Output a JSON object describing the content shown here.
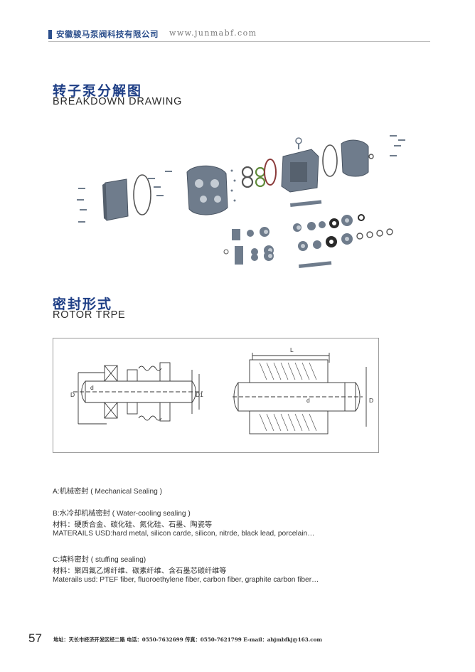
{
  "header": {
    "company": "安徽骏马泵阀科技有限公司",
    "website": "www.junmabf.com"
  },
  "breakdown": {
    "title_cn": "转子泵分解图",
    "title_en": "BREAKDOWN DRAWING"
  },
  "rotor": {
    "title_cn": "密封形式",
    "title_en": "ROTOR TRPE"
  },
  "seal_labels": {
    "left_D": "D",
    "left_d": "d",
    "left_D1": "D1",
    "right_L": "L",
    "right_d": "d",
    "right_D": "D"
  },
  "descriptions": {
    "a": "A:机械密封 ( Mechanical Sealing )",
    "b_title": "B:水冷却机械密封 ( Water-cooling sealing )",
    "b_mat_cn": "材料：硬质合金、碳化硅、氮化硅、石墨、陶瓷等",
    "b_mat_en": "MATERAILS USD:hard metal, silicon carde, silicon, nitrde, black lead, porcelain…",
    "c_title": "C:填料密封 ( stuffing sealing)",
    "c_mat_cn": "材料：聚四氟乙烯纤维、碳素纤维、含石墨芯碳纤维等",
    "c_mat_en": "Materails usd: PTEF fiber, fluoroethylene fiber, carbon fiber, graphite carbon fiber…"
  },
  "footer": {
    "page": "57",
    "contact": "地址：天长市经济开发区经二路   电话：0550-7632699  传真：0550-7621799  E-mail：ahjmbfkj@163.com"
  },
  "colors": {
    "brand": "#2c4f8c",
    "title": "#1f3f86",
    "part": "#6f7c8c",
    "oring": "#5f8a3a",
    "oring_red": "#8a3a3a"
  }
}
